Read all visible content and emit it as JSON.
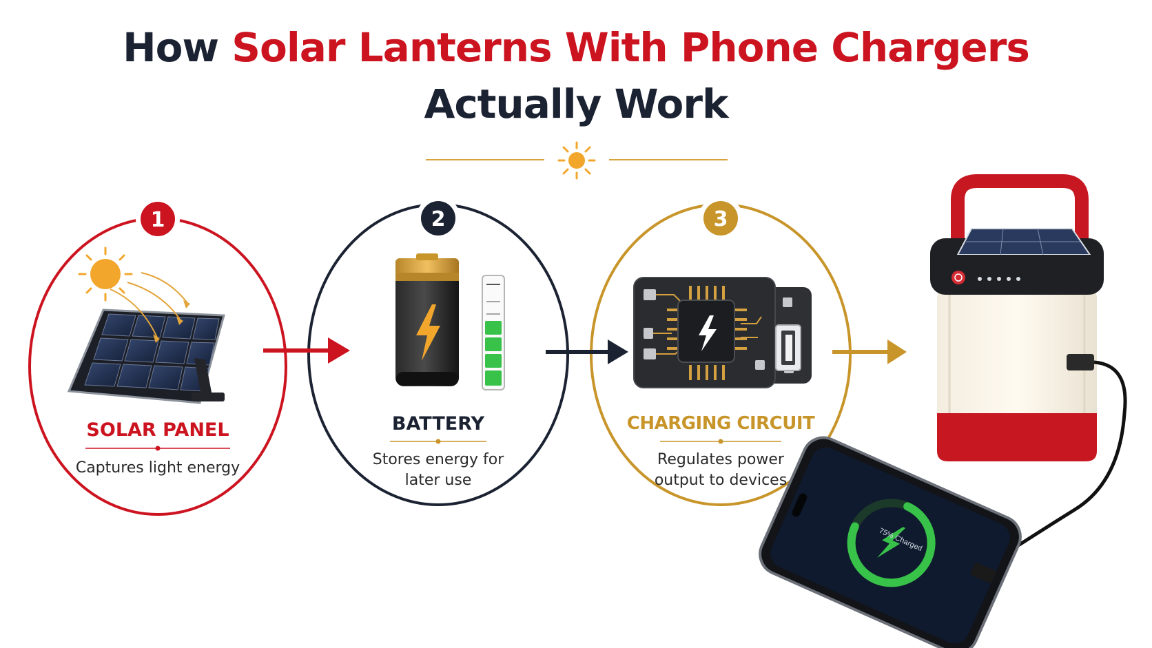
{
  "title": {
    "prefix": "How",
    "highlight": "Solar Lanterns With Phone Chargers",
    "line2": "Actually Work"
  },
  "steps": [
    {
      "number": "1",
      "label": "SOLAR PANEL",
      "description": [
        "Captures light energy"
      ]
    },
    {
      "number": "2",
      "label": "BATTERY",
      "description": [
        "Stores energy for",
        "later use"
      ]
    },
    {
      "number": "3",
      "label": "CHARGING CIRCUIT",
      "description": [
        "Regulates power",
        "output to devices"
      ]
    }
  ],
  "phone": {
    "status": "75% Charged",
    "charge_fraction": 0.75
  },
  "colors": {
    "red": "#cc1420",
    "navy": "#1b2232",
    "gold": "#c8952a",
    "sun": "#f2a62c",
    "green": "#38c24a"
  },
  "icons": [
    "sun-icon",
    "solar-panel-icon",
    "battery-icon",
    "lightning-bolt-icon",
    "circuit-board-icon",
    "usb-port-icon",
    "lantern-icon",
    "smartphone-icon",
    "arrow-right-icon"
  ]
}
